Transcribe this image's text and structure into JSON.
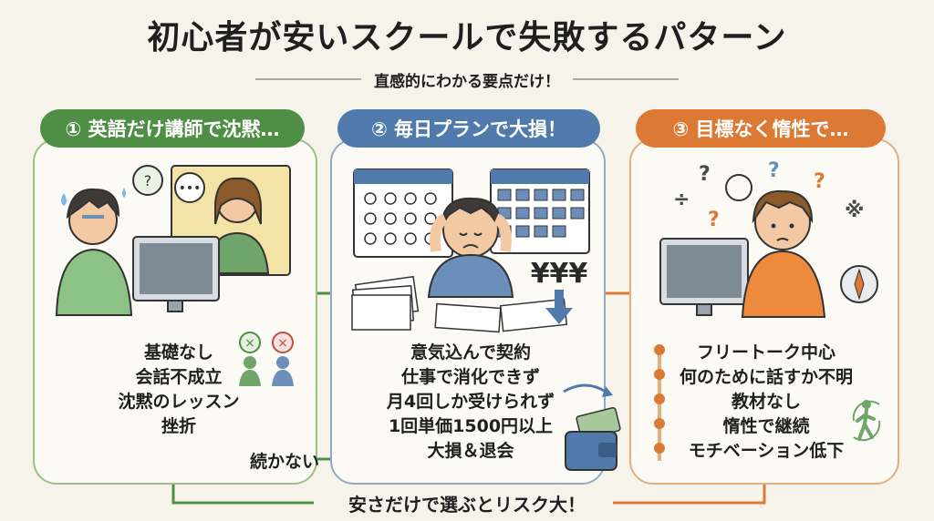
{
  "title": "初心者が安いスクールで失敗するパターン",
  "subtitle": "直感的にわかる要点だけ！",
  "panels": [
    {
      "header": "① 英語だけ講師で沈黙…",
      "items": [
        "基礎なし",
        "会話不成立",
        "沈黙のレッスン",
        "挫折"
      ],
      "icon": "struggling-student-icon",
      "accent": "#4f8f45"
    },
    {
      "header": "② 毎日プランで大損！",
      "items": [
        "意気込んで契約",
        "仕事で消化できず",
        "月4回しか受けられず",
        "1回単価1500円以上",
        "大損＆退会"
      ],
      "price_symbols": "¥¥¥",
      "icon": "stressed-student-icon",
      "accent": "#4f7aab"
    },
    {
      "header": "③ 目標なく惰性で…",
      "items": [
        "フリートーク中心",
        "何のために話すか不明",
        "教材なし",
        "惰性で継続",
        "モチベーション低下"
      ],
      "icon": "confused-student-icon",
      "accent": "#dc7a35"
    }
  ],
  "connector_label": "続かない",
  "footer": "安さだけで選ぶとリスク大！"
}
